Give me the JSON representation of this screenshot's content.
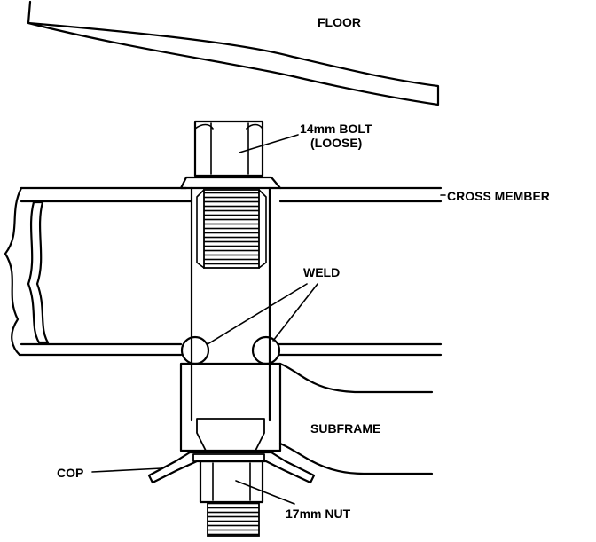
{
  "labels": {
    "floor": "FLOOR",
    "bolt_line1": "14mm BOLT",
    "bolt_line2": "(LOOSE)",
    "cross_member": "CROSS MEMBER",
    "weld": "WELD",
    "subframe": "SUBFRAME",
    "cop": "COP",
    "nut": "17mm NUT"
  },
  "colors": {
    "ink": "#000000",
    "paper": "#ffffff"
  }
}
